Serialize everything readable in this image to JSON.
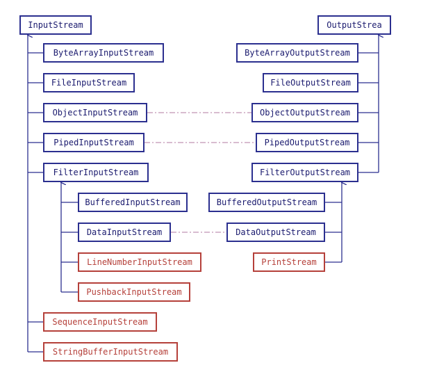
{
  "colors": {
    "blue": "#2b2f8f",
    "red": "#b5403a",
    "dash": "#b07aa0"
  },
  "input_side": {
    "root": "InputStream",
    "children": [
      "ByteArrayInputStream",
      "FileInputStream",
      "ObjectInputStream",
      "PipedInputStream",
      "FilterInputStream",
      "SequenceInputStream",
      "StringBufferInputStream"
    ],
    "filter_children": [
      "BufferedInputStream",
      "DataInputStream",
      "LineNumberInputStream",
      "PushbackInputStream"
    ]
  },
  "output_side": {
    "root": "OutputStrea",
    "children": [
      "ByteArrayOutputStream",
      "FileOutputStream",
      "ObjectOutputStream",
      "PipedOutputStream",
      "FilterOutputStream"
    ],
    "filter_children": [
      "BufferedOutputStream",
      "DataOutputStream",
      "PrintStream"
    ]
  },
  "pairs": [
    [
      "ObjectInputStream",
      "ObjectOutputStream"
    ],
    [
      "PipedInputStream",
      "PipedOutputStream"
    ],
    [
      "DataInputStream",
      "DataOutputStream"
    ]
  ]
}
